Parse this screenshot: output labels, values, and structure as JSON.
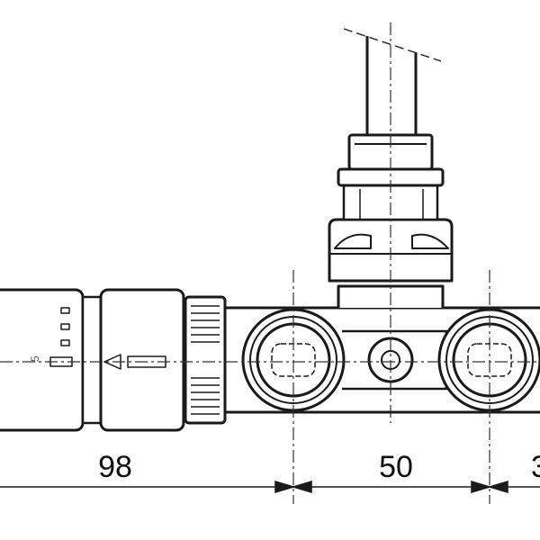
{
  "dimensions": {
    "left_length": "98",
    "pipe_spacing": "50",
    "right_length_partial": "3"
  },
  "scale_marks": {
    "setting_label": "5"
  },
  "colors": {
    "line": "#1a1a1a",
    "body_fill": "#ffffff",
    "dash": "#333333"
  }
}
